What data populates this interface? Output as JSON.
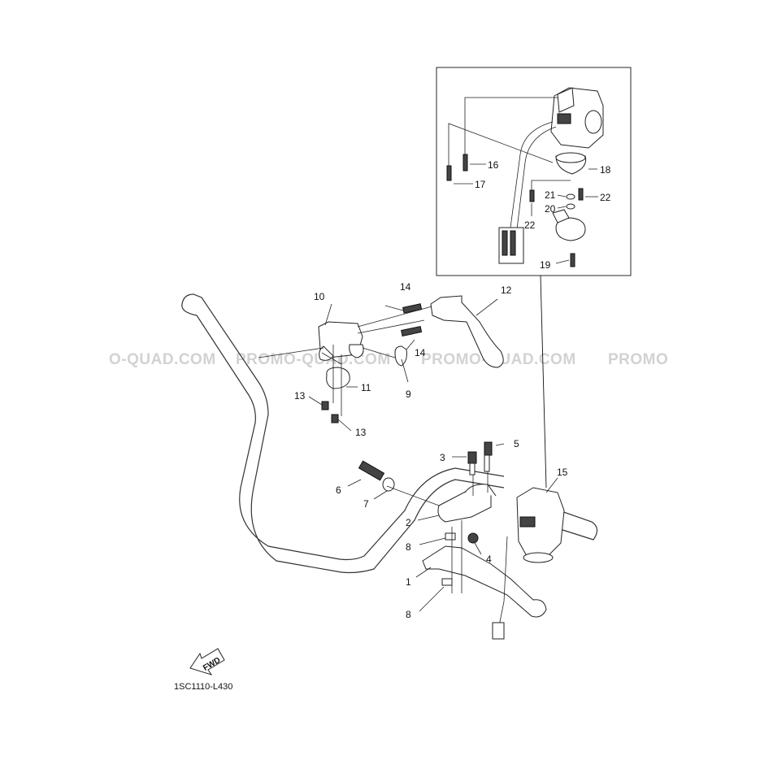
{
  "watermark": {
    "text_1": "O-QUAD.COM",
    "text_2": "PROMO-QUAD.COM",
    "text_3": "PROMO-QUAD.COM",
    "text_4": "PROMO"
  },
  "diagram_code": "1SC1110-L430",
  "fwd_label": "FWD",
  "callouts": {
    "p1": "1",
    "p2": "2",
    "p3": "3",
    "p4": "4",
    "p5": "5",
    "p6": "6",
    "p7": "7",
    "p8a": "8",
    "p8b": "8",
    "p9": "9",
    "p10": "10",
    "p11": "11",
    "p12": "12",
    "p13a": "13",
    "p13b": "13",
    "p14a": "14",
    "p14b": "14",
    "p15": "15",
    "p16": "16",
    "p17": "17",
    "p18": "18",
    "p19": "19",
    "p20": "20",
    "p21": "21",
    "p22a": "22",
    "p22b": "22"
  }
}
